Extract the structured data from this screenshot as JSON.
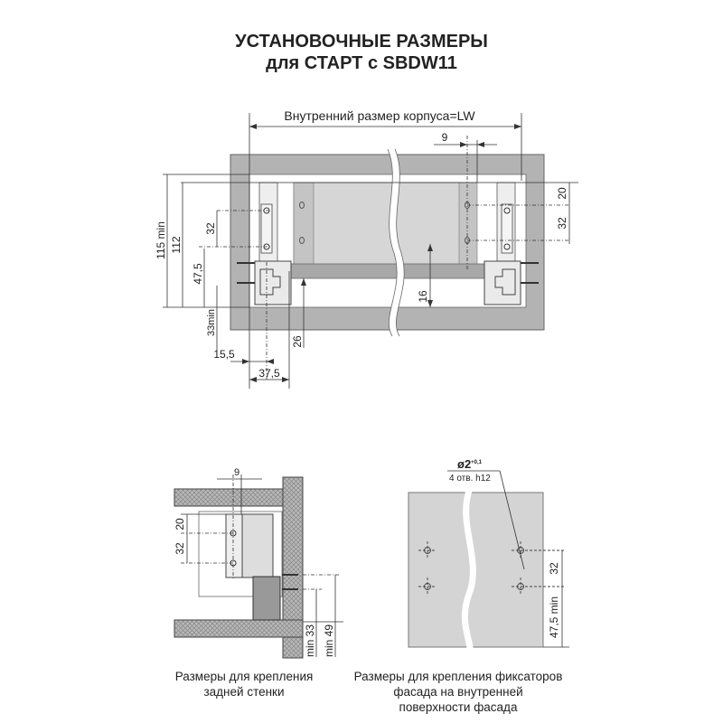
{
  "title": {
    "line1": "УСТАНОВОЧНЫЕ РАЗМЕРЫ",
    "line2": "для СТАРТ с SBDW11"
  },
  "top_view": {
    "lw_label": "Внутренний размер корпуса=LW",
    "dim_9": "9",
    "dim_20": "20",
    "dim_32_right": "32",
    "dim_32_left": "32",
    "dim_115": "115 min",
    "dim_112": "112",
    "dim_47_5": "47,5",
    "dim_33": "33min",
    "dim_16": "16",
    "dim_26": "26",
    "dim_15_5": "15,5",
    "dim_37_5": "37,5"
  },
  "back_view": {
    "dim_9": "9",
    "dim_20": "20",
    "dim_32": "32",
    "dim_min33": "min 33",
    "dim_min49": "min 49",
    "caption_line1": "Размеры для крепления",
    "caption_line2": "задней стенки"
  },
  "front_view": {
    "hole_spec": "ø2",
    "hole_tol": "+0,1",
    "hole_count": "4 отв. h12",
    "dim_32": "32",
    "dim_47_5": "47,5 min",
    "caption_line1": "Размеры для крепления фиксаторов",
    "caption_line2": "фасада на внутренней",
    "caption_line3": "поверхности фасада"
  }
}
